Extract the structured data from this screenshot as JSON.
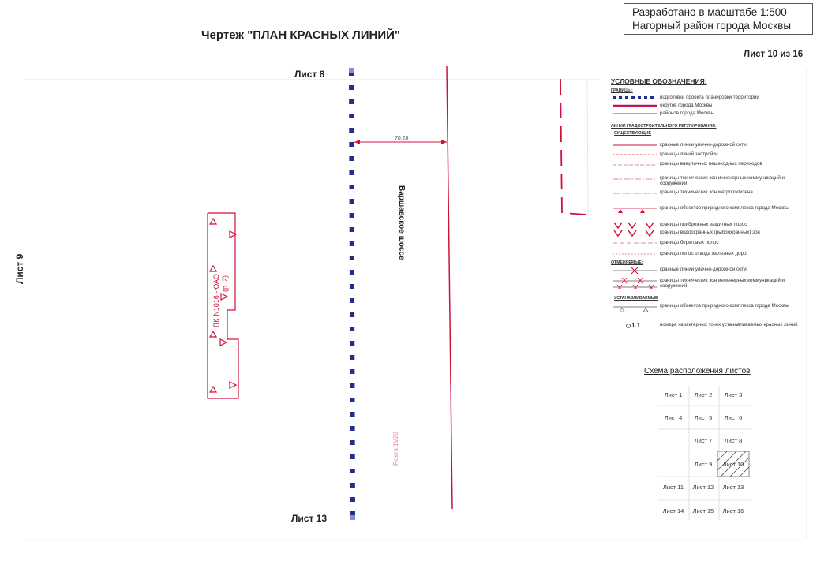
{
  "header": {
    "scale_line1": "Разработано в масштабе 1:500",
    "scale_line2": "Нагорный район города Москвы",
    "title": "Чертеж \"ПЛАН КРАСНЫХ ЛИНИЙ\"",
    "sheet_number": "Лист 10 из 16"
  },
  "drawing": {
    "sheet_top": "Лист 8",
    "sheet_bottom": "Лист 13",
    "sheet_left": "Лист 9",
    "road_name": "Варшавское шоссе",
    "dimension": "70.28",
    "parcel_label_line1": "ПК N1016 -ЮАО",
    "parcel_label_line2": "(р. 2)",
    "faint_label": "Rокта 1V20"
  },
  "legend": {
    "title": "УСЛОВНЫЕ ОБОЗНАЧЕНИЯ:",
    "boundaries_header": "ГРАНИЦЫ:",
    "boundaries": [
      "подготовки проекта планировки территории",
      "округов города Москвы",
      "районов города Москвы"
    ],
    "reg_header": "ЛИНИИ ГРАДОСТРОИТЕЛЬНОГО РЕГУЛИРОВАНИЯ:",
    "existing_header": "СУЩЕСТВУЮЩИЕ",
    "existing": [
      "красные линии улично-дорожной сети",
      "границы линий застройки",
      "границы внеуличных пешеходных переходов",
      "границы технических зон инженерных коммуникаций и сооружений",
      "границы технических зон метрополитена",
      "границы объектов природного комплекса города Москвы",
      "границы прибрежных защитных полос",
      "границы водоохранных (рыбоохранных) зон",
      "границы береговых полос",
      "границы полос отвода железных дорог"
    ],
    "cancelled_header": "ОТМЕНЯЕМЫЕ:",
    "cancelled": [
      "красные линии улично-дорожной сети",
      "границы технических зон инженерных коммуникаций и сооружений"
    ],
    "established_header": "УСТАНАВЛИВАЕМЫЕ",
    "established": [
      "границы объектов природного комплекса города Москвы",
      "номера характерных точек устанавливаемых красных линий"
    ],
    "point_symbol": "1.1"
  },
  "schema": {
    "title": "Схема расположения листов",
    "cells": [
      "Лист 1",
      "Лист 2",
      "Лист 3",
      "Лист 4",
      "Лист 5",
      "Лист 6",
      "Лист 7",
      "Лист 8",
      "Лист 9",
      "Лист 10",
      "Лист 11",
      "Лист 12",
      "Лист 13",
      "Лист 14",
      "Лист 15",
      "Лист 16"
    ],
    "current": "Лист 10"
  },
  "colors": {
    "project_boundary": "#1f2f8a",
    "red_line": "#d0123a",
    "district_line": "#e0408a",
    "green_zone": "#4a9a4a"
  }
}
